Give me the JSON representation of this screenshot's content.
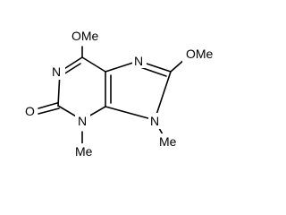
{
  "molecule": {
    "substituents": {
      "ome_top": "OMe",
      "ome_right": "OMe",
      "me_n3": "Me",
      "me_n9": "Me"
    },
    "atoms": {
      "n1": "N",
      "n3": "N",
      "n7": "N",
      "n9": "N",
      "o2": "O"
    },
    "colors": {
      "bond": "#000000",
      "text": "#000000",
      "background": "#ffffff"
    }
  }
}
